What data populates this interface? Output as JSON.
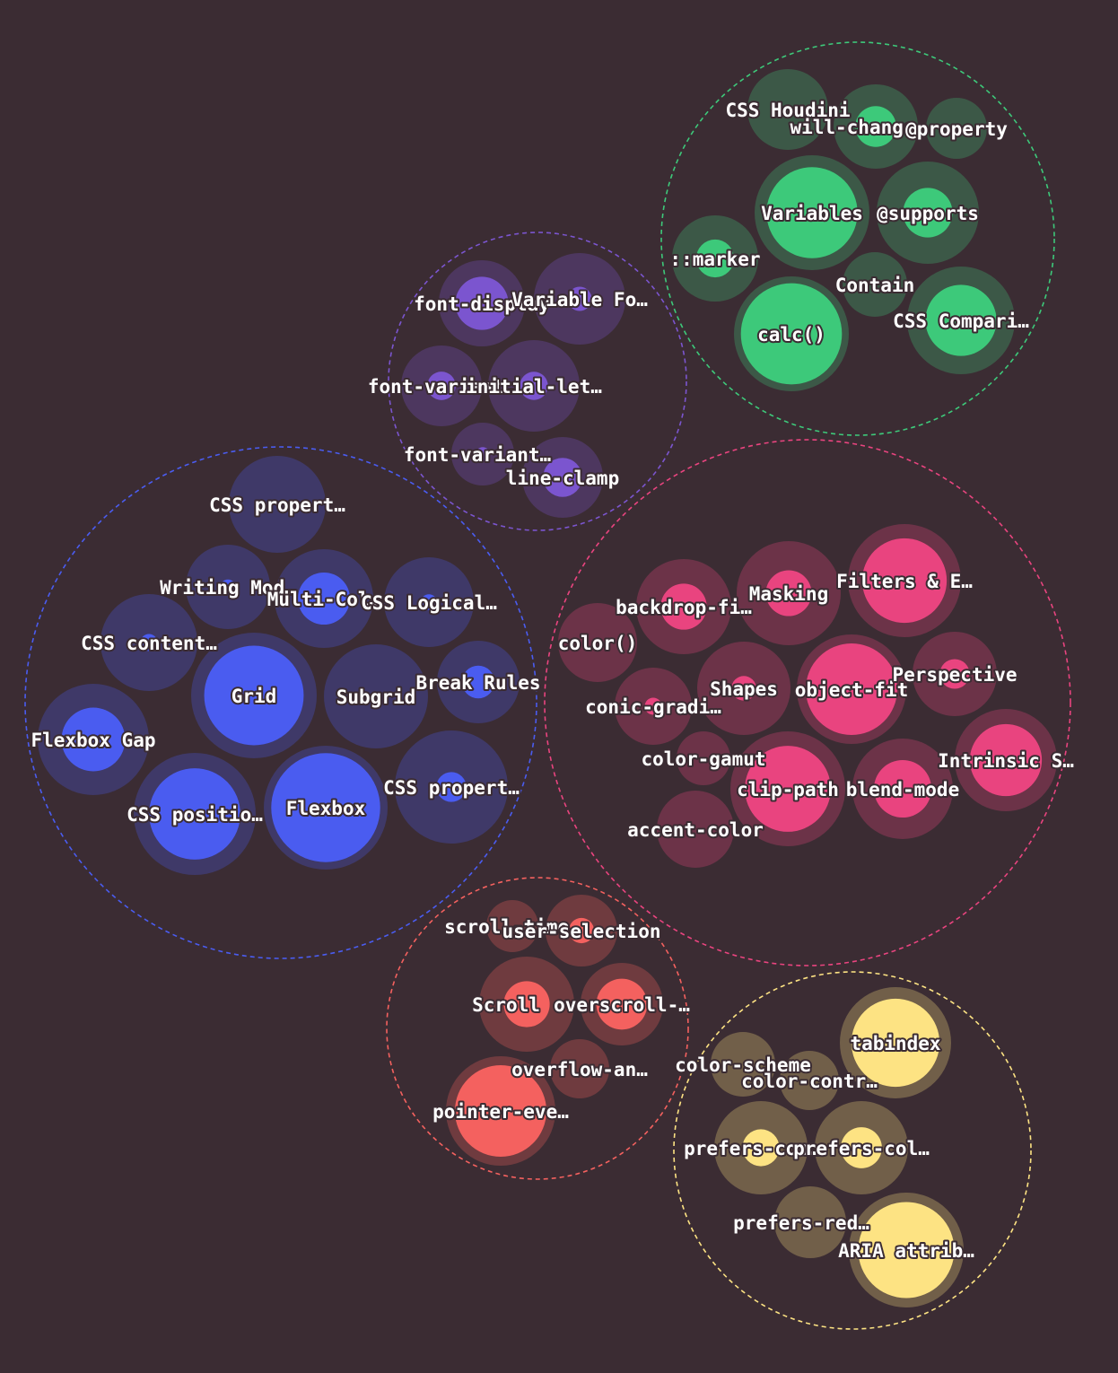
{
  "colors": {
    "background": "#3b2c33",
    "layout": "#4a5cf0",
    "typography": "#7b55cf",
    "modern": "#3dc97a",
    "visual": "#e9447f",
    "scroll": "#f4615f",
    "a11y": "#fde383"
  },
  "chart_data": {
    "type": "bubble-pack",
    "groups": [
      {
        "color_key": "layout",
        "items": [
          {
            "label": "CSS propert…",
            "value": 0.0
          },
          {
            "label": "Writing Mod…",
            "value": 0.2
          },
          {
            "label": "Multi-Col…",
            "value": 0.6
          },
          {
            "label": "CSS Logical…",
            "value": 0.2
          },
          {
            "label": "CSS content…",
            "value": 0.2
          },
          {
            "label": "Grid",
            "value": 0.9
          },
          {
            "label": "Subgrid",
            "value": 0.0
          },
          {
            "label": "Break Rules",
            "value": 0.45
          },
          {
            "label": "Flexbox Gap",
            "value": 0.65
          },
          {
            "label": "CSS positio…",
            "value": 0.85
          },
          {
            "label": "Flexbox",
            "value": 1.0
          },
          {
            "label": "CSS propert…",
            "value": 0.3
          }
        ]
      },
      {
        "color_key": "typography",
        "items": [
          {
            "label": "font-display",
            "value": 0.7
          },
          {
            "label": "Variable Fo…",
            "value": 0.3
          },
          {
            "label": "font-variant…",
            "value": 0.4
          },
          {
            "label": "initial-let…",
            "value": 0.35
          },
          {
            "label": "font-variant…",
            "value": 0.25
          },
          {
            "label": "line-clamp",
            "value": 0.55
          }
        ]
      },
      {
        "color_key": "modern",
        "items": [
          {
            "label": "CSS Houdini",
            "value": 0.0
          },
          {
            "label": "will-change",
            "value": 0.55
          },
          {
            "label": "@property",
            "value": 0.0
          },
          {
            "label": "Variables",
            "value": 0.9
          },
          {
            "label": "@supports",
            "value": 0.55
          },
          {
            "label": "::marker",
            "value": 0.5
          },
          {
            "label": "Contain",
            "value": 0.0
          },
          {
            "label": "CSS Compari…",
            "value": 0.75
          },
          {
            "label": "calc()",
            "value": 1.0
          }
        ]
      },
      {
        "color_key": "visual",
        "items": [
          {
            "label": "backdrop-fi…",
            "value": 0.55
          },
          {
            "label": "Masking",
            "value": 0.5
          },
          {
            "label": "Filters & E…",
            "value": 0.85
          },
          {
            "label": "color()",
            "value": 0.0
          },
          {
            "label": "conic-gradi…",
            "value": 0.25
          },
          {
            "label": "Shapes",
            "value": 0.3
          },
          {
            "label": "object-fit",
            "value": 0.95
          },
          {
            "label": "Perspective",
            "value": 0.4
          },
          {
            "label": "color-gamut",
            "value": 0.0
          },
          {
            "label": "clip-path",
            "value": 0.85
          },
          {
            "label": "blend-mode",
            "value": 0.65
          },
          {
            "label": "Intrinsic S…",
            "value": 0.8
          },
          {
            "label": "accent-color",
            "value": 0.0
          }
        ]
      },
      {
        "color_key": "scroll",
        "items": [
          {
            "label": "scroll-time…",
            "value": 0.0
          },
          {
            "label": "user-selection",
            "value": 0.4
          },
          {
            "label": "Scroll",
            "value": 0.55
          },
          {
            "label": "overscroll-…",
            "value": 0.7
          },
          {
            "label": "overflow-an…",
            "value": 0.0
          },
          {
            "label": "pointer-eve…",
            "value": 0.95
          }
        ]
      },
      {
        "color_key": "a11y",
        "items": [
          {
            "label": "tabindex",
            "value": 0.9
          },
          {
            "label": "color-scheme",
            "value": 0.0
          },
          {
            "label": "color-contr…",
            "value": 0.0
          },
          {
            "label": "prefers-con…",
            "value": 0.45
          },
          {
            "label": "prefers-col…",
            "value": 0.5
          },
          {
            "label": "prefers-red…",
            "value": 0.0
          },
          {
            "label": "ARIA attrib…",
            "value": 0.95
          }
        ]
      }
    ]
  }
}
